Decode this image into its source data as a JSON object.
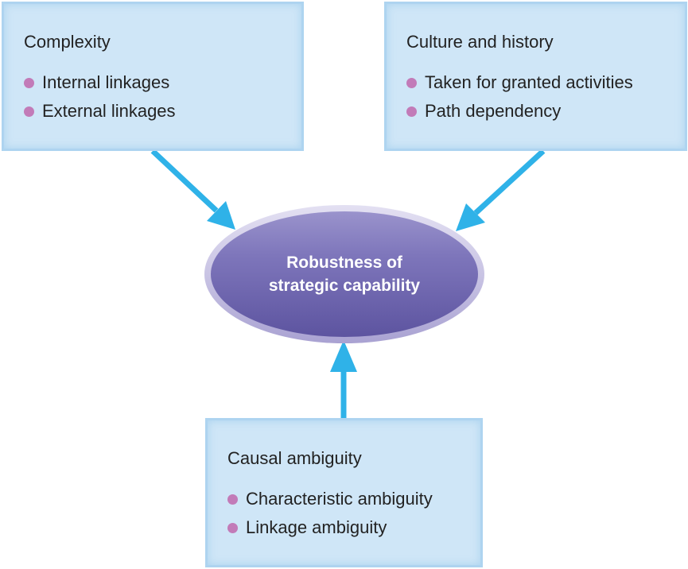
{
  "center": {
    "line1": "Robustness of",
    "line2": "strategic capability"
  },
  "boxes": {
    "complexity": {
      "title": "Complexity",
      "items": [
        "Internal linkages",
        "External linkages"
      ]
    },
    "culture": {
      "title": "Culture and history",
      "items": [
        "Taken for granted activities",
        "Path dependency"
      ]
    },
    "causal": {
      "title": "Causal ambiguity",
      "items": [
        "Characteristic ambiguity",
        "Linkage ambiguity"
      ]
    }
  },
  "colors": {
    "box_fill": "#cfe6f7",
    "arrow": "#2fb2e8",
    "ellipse": "#7b72b8",
    "bullet": "#c27bb8"
  }
}
